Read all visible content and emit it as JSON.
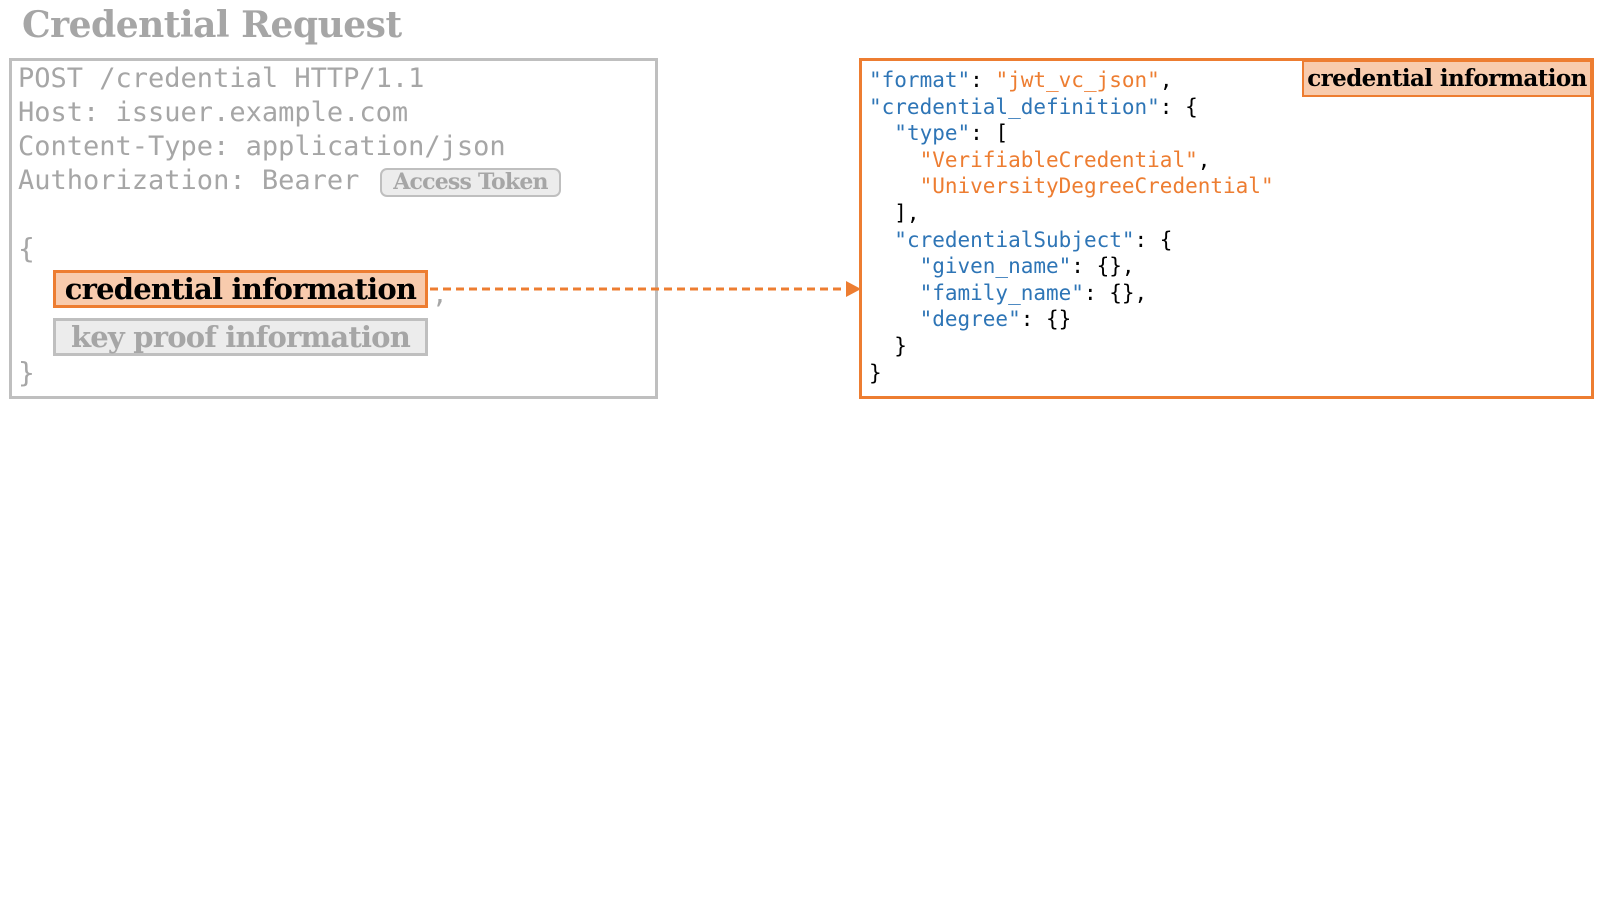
{
  "title": "Credential Request",
  "request": {
    "lines": [
      "POST /credential HTTP/1.1",
      "Host: issuer.example.com",
      "Content-Type: application/json",
      "Authorization: Bearer"
    ],
    "access_token_label": "Access Token",
    "open_brace": "{",
    "close_brace": "}",
    "comma": ",",
    "credential_info_label": "credential information",
    "key_proof_label": "key proof information"
  },
  "details": {
    "tag_label": "credential information",
    "code": {
      "format_key": "\"format\"",
      "format_value": "\"jwt_vc_json\"",
      "cred_def_key": "\"credential_definition\"",
      "type_key": "\"type\"",
      "type_value_1": "\"VerifiableCredential\"",
      "type_value_2": "\"UniversityDegreeCredential\"",
      "subject_key": "\"credentialSubject\"",
      "given_name_key": "\"given_name\"",
      "family_name_key": "\"family_name\"",
      "degree_key": "\"degree\""
    }
  },
  "colors": {
    "accent": "#ed7d31",
    "accent_fill": "#f8cbad",
    "muted_text": "#a6a6a6",
    "muted_border": "#bfbfbf",
    "json_key": "#2e75b6"
  }
}
